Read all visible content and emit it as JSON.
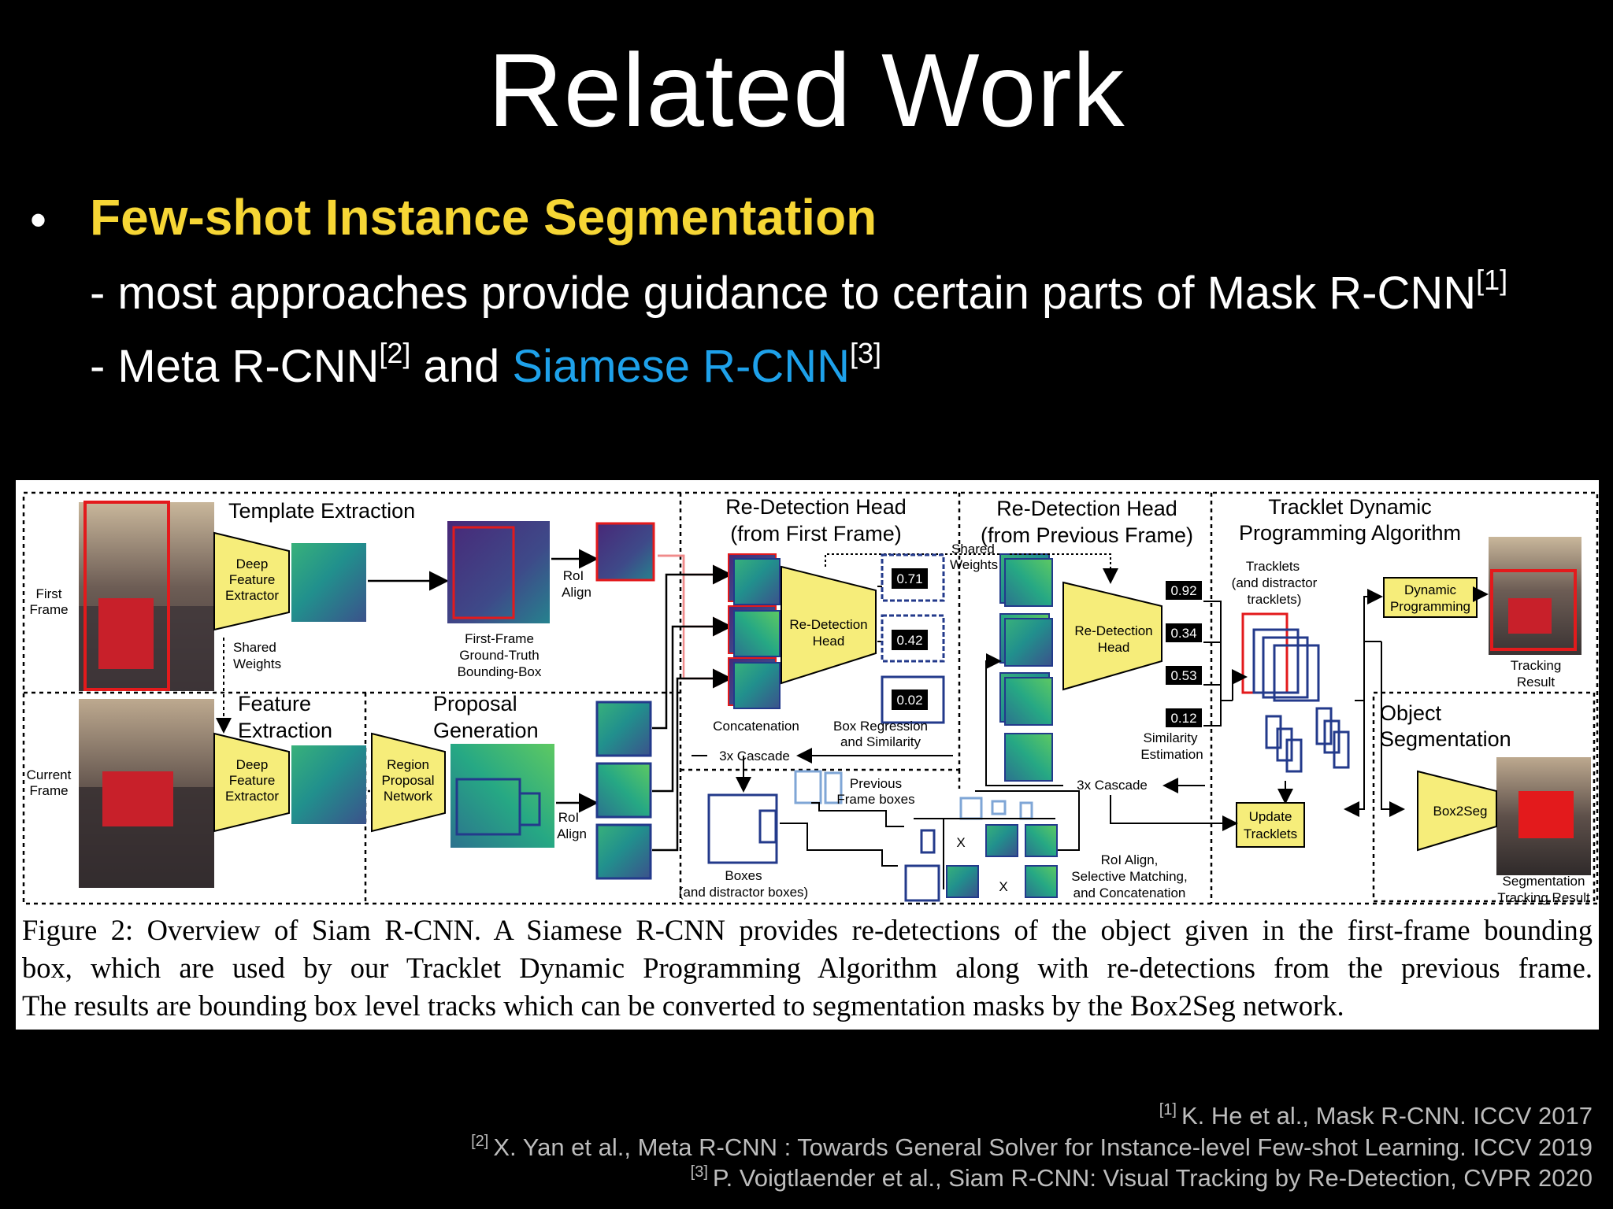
{
  "slide": {
    "title": "Related Work",
    "bullet": {
      "heading": "Few-shot Instance Segmentation",
      "line1_text": "- most approaches provide guidance to certain parts of Mask R-CNN",
      "line1_ref": "[1]",
      "line2_prefix": "- Meta R-CNN",
      "line2_ref_a": "[2]",
      "line2_mid": " and ",
      "line2_highlight": "Siamese R-CNN",
      "line2_ref_b": "[3]"
    },
    "colors": {
      "background": "#000000",
      "heading": "#f6d635",
      "highlight": "#1ea1ea",
      "reference": "#bdbdbd"
    }
  },
  "figure": {
    "sections": {
      "template_extraction": "Template Extraction",
      "feature_extraction_1": "Feature",
      "feature_extraction_2": "Extraction",
      "proposal_generation_1": "Proposal",
      "proposal_generation_2": "Generation",
      "redet_first_1": "Re-Detection Head",
      "redet_first_2": "(from First Frame)",
      "redet_prev_1": "Re-Detection Head",
      "redet_prev_2": "(from Previous Frame)",
      "tracklet_1": "Tracklet Dynamic",
      "tracklet_2": "Programming Algorithm",
      "object_seg_1": "Object",
      "object_seg_2": "Segmentation"
    },
    "labels": {
      "first_frame_1": "First",
      "first_frame_2": "Frame",
      "current_frame_1": "Current",
      "current_frame_2": "Frame",
      "deep_feature_1": "Deep",
      "deep_feature_2": "Feature",
      "deep_feature_3": "Extractor",
      "shared_weights_1": "Shared",
      "shared_weights_2": "Weights",
      "roi_align_1": "RoI",
      "roi_align_2": "Align",
      "ffgt_1": "First-Frame",
      "ffgt_2": "Ground-Truth",
      "ffgt_3": "Bounding-Box",
      "rpn_1": "Region",
      "rpn_2": "Proposal",
      "rpn_3": "Network",
      "redet_head_1": "Re-Detection",
      "redet_head_2": "Head",
      "concatenation": "Concatenation",
      "box_reg_1": "Box Regression",
      "box_reg_2": "and Similarity",
      "cascade": "3x Cascade",
      "similarity_1": "Similarity",
      "similarity_2": "Estimation",
      "tracklets_1": "Tracklets",
      "tracklets_2": "(and distractor",
      "tracklets_3": "tracklets)",
      "dynamic_1": "Dynamic",
      "dynamic_2": "Programming",
      "tracking_1": "Tracking",
      "tracking_2": "Result",
      "update_1": "Update",
      "update_2": "Tracklets",
      "box2seg": "Box2Seg",
      "seg_result_1": "Segmentation",
      "seg_result_2": "Tracking Result",
      "prev_boxes_1": "Previous",
      "prev_boxes_2": "Frame boxes",
      "boxes_1": "Boxes",
      "boxes_2": "(and distractor boxes)",
      "roi_sel_1": "RoI Align,",
      "roi_sel_2": "Selective Matching,",
      "roi_sel_3": "and Concatenation",
      "times": "X"
    },
    "scores_first": [
      "0.71",
      "0.42",
      "0.02"
    ],
    "scores_prev": [
      "0.92",
      "0.34",
      "0.53",
      "0.12"
    ],
    "caption": {
      "line1": "Figure 2: Overview of Siam R-CNN. A Siamese R-CNN provides re-detections of the object given in the first-frame bounding",
      "line2": "box, which are used by our Tracklet Dynamic Programming Algorithm along with re-detections from the previous frame.",
      "line3": "The results are bounding box level tracks which can be converted to segmentation masks by the Box2Seg network."
    }
  },
  "references": [
    {
      "num": "[1]",
      "text": "K. He et al., Mask R-CNN. ICCV 2017"
    },
    {
      "num": "[2]",
      "text": "X. Yan et al., Meta R-CNN : Towards General Solver for Instance-level Few-shot Learning. ICCV 2019"
    },
    {
      "num": "[3]",
      "text": "P. Voigtlaender et al., Siam R-CNN: Visual Tracking by Re-Detection, CVPR 2020"
    }
  ]
}
